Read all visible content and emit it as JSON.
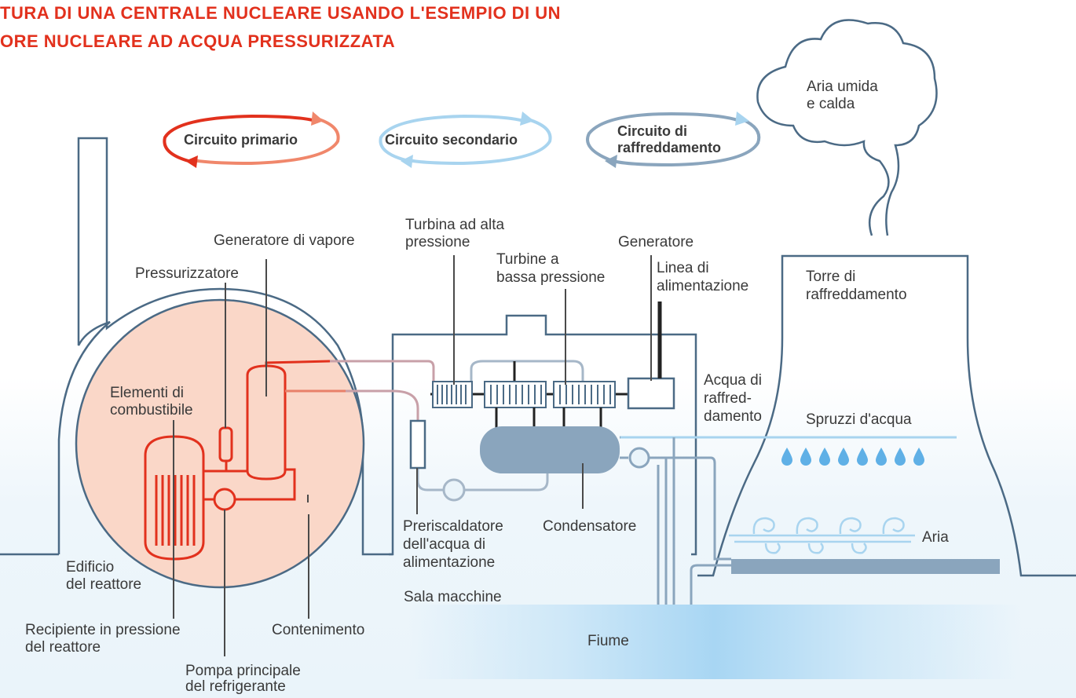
{
  "title": {
    "line1": "TURA DI UNA CENTRALE NUCLEARE USANDO L'ESEMPIO DI UN",
    "line2": "ORE NUCLEARE AD ACQUA PRESSURIZZATA"
  },
  "legend": {
    "primary": "Circuito primario",
    "secondary": "Circuito secondario",
    "cooling_line1": "Circuito di",
    "cooling_line2": "raffreddamento"
  },
  "colors": {
    "primary": "#e2311d",
    "secondary": "#a8d4ef",
    "cooling": "#8aa5bd",
    "containment_fill": "#fad7c8",
    "outline": "#4b6a85"
  },
  "labels": {
    "steam_generator": "Generatore di vapore",
    "pressurizer": "Pressurizzatore",
    "fuel_1": "Elementi di",
    "fuel_2": "combustibile",
    "reactor_building_1": "Edificio",
    "reactor_building_2": "del reattore",
    "pressure_vessel_1": "Recipiente in pressione",
    "pressure_vessel_2": "del reattore",
    "containment": "Contenimento",
    "main_pump_1": "Pompa principale",
    "main_pump_2": "del refrigerante",
    "hp_turbine_1": "Turbina ad alta",
    "hp_turbine_2": "pressione",
    "lp_turbines_1": "Turbine a",
    "lp_turbines_2": "bassa pressione",
    "generator": "Generatore",
    "power_line_1": "Linea di",
    "power_line_2": "alimentazione",
    "preheater_1": "Preriscaldatore",
    "preheater_2": "dell'acqua di",
    "preheater_3": "alimentazione",
    "condenser": "Condensatore",
    "machine_room": "Sala macchine",
    "cooling_water_1": "Acqua di",
    "cooling_water_2": "raffred-",
    "cooling_water_3": "damento",
    "cooling_tower_1": "Torre di",
    "cooling_tower_2": "raffreddamento",
    "humid_air_1": "Aria umida",
    "humid_air_2": "e calda",
    "water_spray": "Spruzzi d'acqua",
    "air": "Aria",
    "river": "Fiume"
  }
}
